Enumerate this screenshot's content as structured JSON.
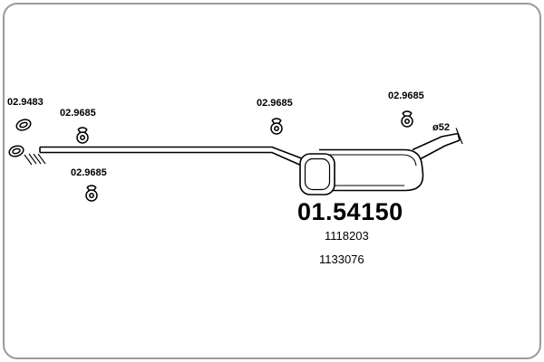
{
  "diagram": {
    "labels": {
      "hanger_top_left": "02.9483",
      "hanger_left": "02.9685",
      "hanger_lower_left": "02.9685",
      "hanger_middle": "02.9685",
      "hanger_right": "02.9685",
      "diameter": "ø52",
      "main_part_number": "01.54150",
      "oe_number_1": "1118203",
      "oe_number_2": "1133076"
    },
    "colors": {
      "line": "#000000",
      "frame": "#9a9a9a"
    }
  }
}
